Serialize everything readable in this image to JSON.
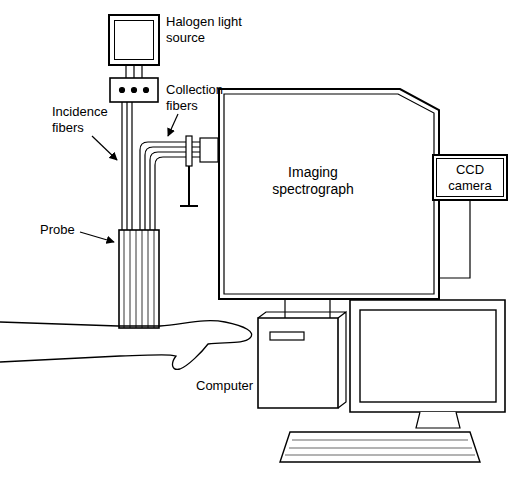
{
  "diagram": {
    "nodes": [
      {
        "text": [
          "Halogen light source"
        ]
      },
      {
        "text": [
          "Imaging spectrograph"
        ]
      },
      {
        "text": [
          "CCD camera"
        ]
      }
    ],
    "labels": [
      "Collection fibers",
      "Incidence fibers",
      "Probe",
      "Computer"
    ]
  }
}
